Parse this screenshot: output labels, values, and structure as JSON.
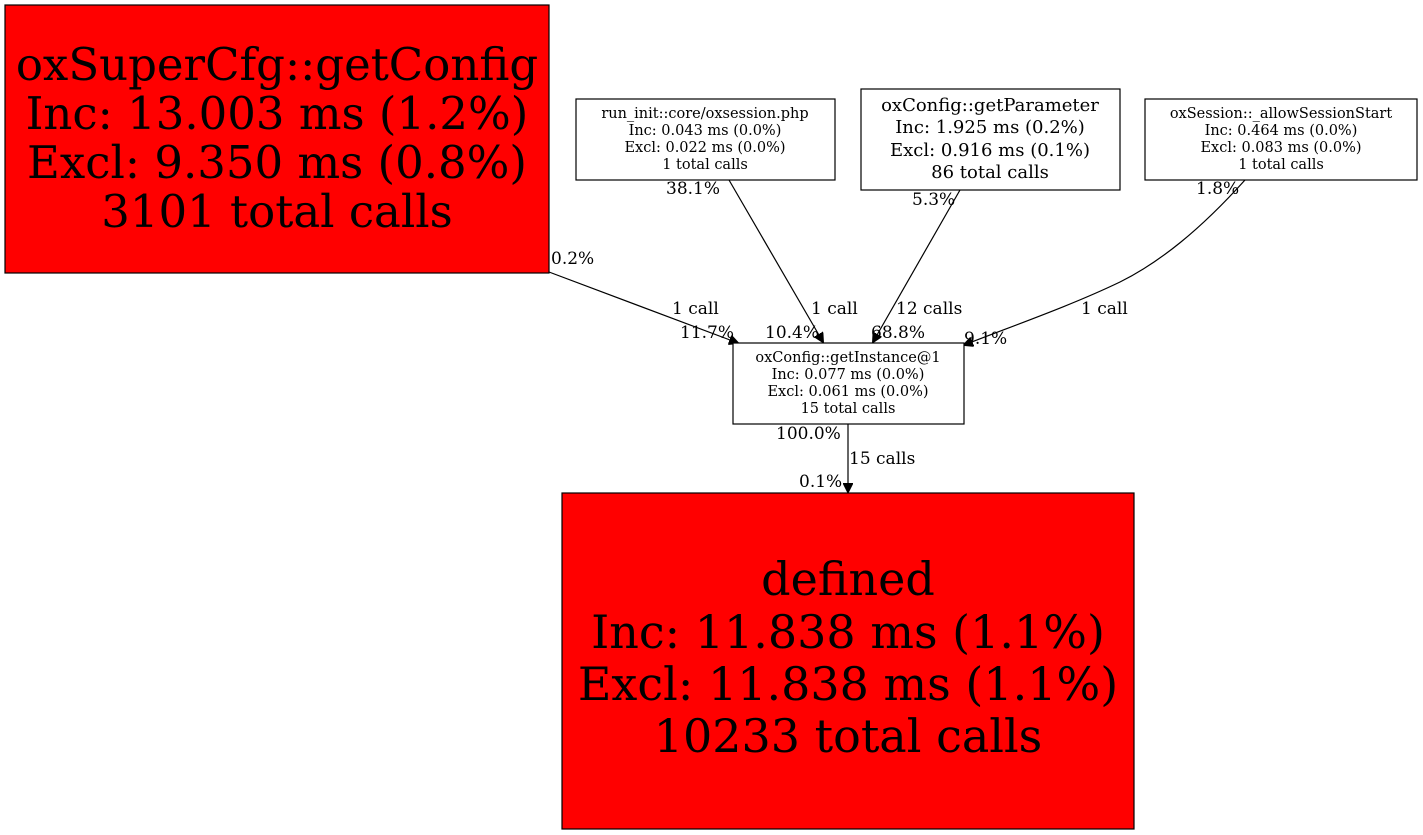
{
  "nodes": {
    "supercfg": {
      "name": "oxSuperCfg::getConfig",
      "inc": "Inc: 13.003 ms (1.2%)",
      "excl": "Excl: 9.350 ms (0.8%)",
      "calls": "3101 total calls",
      "color": "#ff0000"
    },
    "runinit": {
      "name": "run_init::core/oxsession.php",
      "inc": "Inc: 0.043 ms (0.0%)",
      "excl": "Excl: 0.022 ms (0.0%)",
      "calls": "1 total calls",
      "color": "#ffffff"
    },
    "getparameter": {
      "name": "oxConfig::getParameter",
      "inc": "Inc: 1.925 ms (0.2%)",
      "excl": "Excl: 0.916 ms (0.1%)",
      "calls": "86 total calls",
      "color": "#ffffff"
    },
    "allowsession": {
      "name": "oxSession::_allowSessionStart",
      "inc": "Inc: 0.464 ms (0.0%)",
      "excl": "Excl: 0.083 ms (0.0%)",
      "calls": "1 total calls",
      "color": "#ffffff"
    },
    "getinstance": {
      "name": "oxConfig::getInstance@1",
      "inc": "Inc: 0.077 ms (0.0%)",
      "excl": "Excl: 0.061 ms (0.0%)",
      "calls": "15 total calls",
      "color": "#ffffff"
    },
    "defined": {
      "name": "defined",
      "inc": "Inc: 11.838 ms (1.1%)",
      "excl": "Excl: 11.838 ms (1.1%)",
      "calls": "10233 total calls",
      "color": "#ff0000"
    }
  },
  "edges": {
    "supercfg_instance": {
      "tail_pct": "0.2%",
      "calls": "1 call",
      "head_pct": "11.7%"
    },
    "runinit_instance": {
      "tail_pct": "38.1%",
      "calls": "1 call",
      "head_pct": "10.4%"
    },
    "param_instance": {
      "tail_pct": "5.3%",
      "calls": "12 calls",
      "head_pct": "68.8%"
    },
    "allow_instance": {
      "tail_pct": "1.8%",
      "calls": "1 call",
      "head_pct": "9.1%"
    },
    "instance_defined": {
      "tail_pct": "100.0%",
      "calls": "15 calls",
      "head_pct": "0.1%"
    }
  }
}
